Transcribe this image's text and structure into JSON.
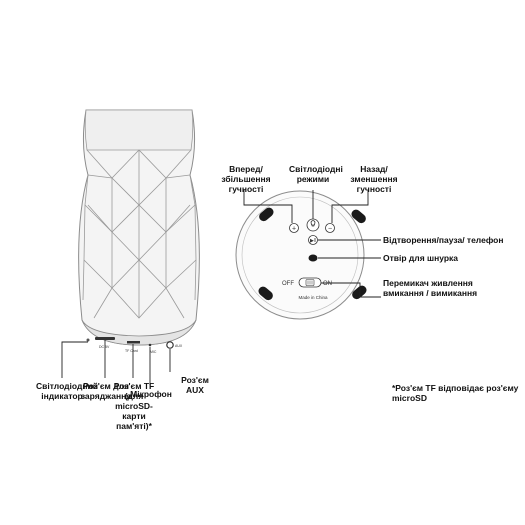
{
  "labels": {
    "volume_up": "Вперед/збільшення гучності",
    "led_modes": "Світлодіодні режими",
    "volume_down": "Назад/зменшення гучності",
    "play_pause": "Відтворення/пауза/ телефон",
    "lanyard": "Отвір для шнурка",
    "power_switch": "Перемикач живлення вмикання / вимикання",
    "led_indicator": "Світлодіодний індикатор",
    "charging_port": "Роз'єм для заряджання",
    "tf_port": "Роз'єм TF (для microSD-карти пам'яті)*",
    "microphone": "Мікрофон",
    "aux_port": "Роз'єм AUX",
    "footnote": "*Роз'єм TF відповідає роз'єму microSD"
  },
  "device_markings": {
    "off": "OFF",
    "on": "ON",
    "made_in": "Made in China",
    "dc5v": "DC 5V",
    "tf_card": "TF Card",
    "mic": "MIC",
    "aux": "AUX"
  },
  "colors": {
    "outline": "#8c8c8c",
    "body_fill": "#f4f4f4",
    "button_black": "#1a1a1a",
    "leader": "#222222"
  }
}
